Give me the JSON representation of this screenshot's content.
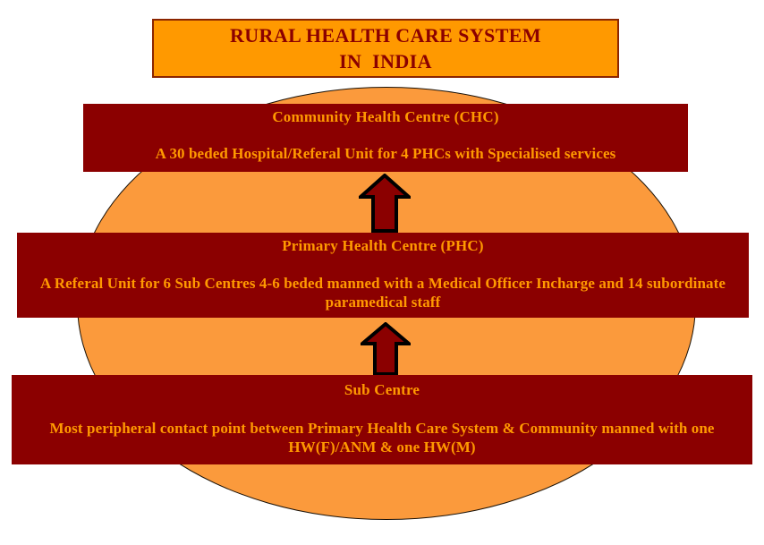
{
  "title": {
    "line1": "RURAL HEALTH CARE SYSTEM",
    "line2": "IN  INDIA"
  },
  "levels": [
    {
      "id": "chc",
      "heading": "Community Health Centre (CHC)",
      "description": "A 30 beded Hospital/Referal Unit for 4 PHCs with Specialised services"
    },
    {
      "id": "phc",
      "heading": "Primary Health Centre (PHC)",
      "description": "A Referal Unit for 6 Sub Centres 4-6 beded  manned with a Medical Officer Incharge and 14 subordinate paramedical staff"
    },
    {
      "id": "sub_centre",
      "heading": "Sub Centre",
      "description": "Most peripheral contact point between Primary Health Care System & Community manned with one HW(F)/ANM & one HW(M)"
    }
  ],
  "arrows": [
    {
      "id": "arrow-sub-centre-to-phc",
      "direction": "up"
    },
    {
      "id": "arrow-phc-to-chc",
      "direction": "up"
    }
  ],
  "colors": {
    "banner_fill": "#FF9900",
    "banner_border": "#8B2500",
    "banner_text": "#8B0000",
    "box_fill": "#8B0000",
    "box_text": "#FF9900",
    "ellipse_fill": "#FB9A3C",
    "ellipse_stroke": "#1A1208",
    "arrow_fill": "#8B0000",
    "arrow_stroke": "#000000"
  }
}
